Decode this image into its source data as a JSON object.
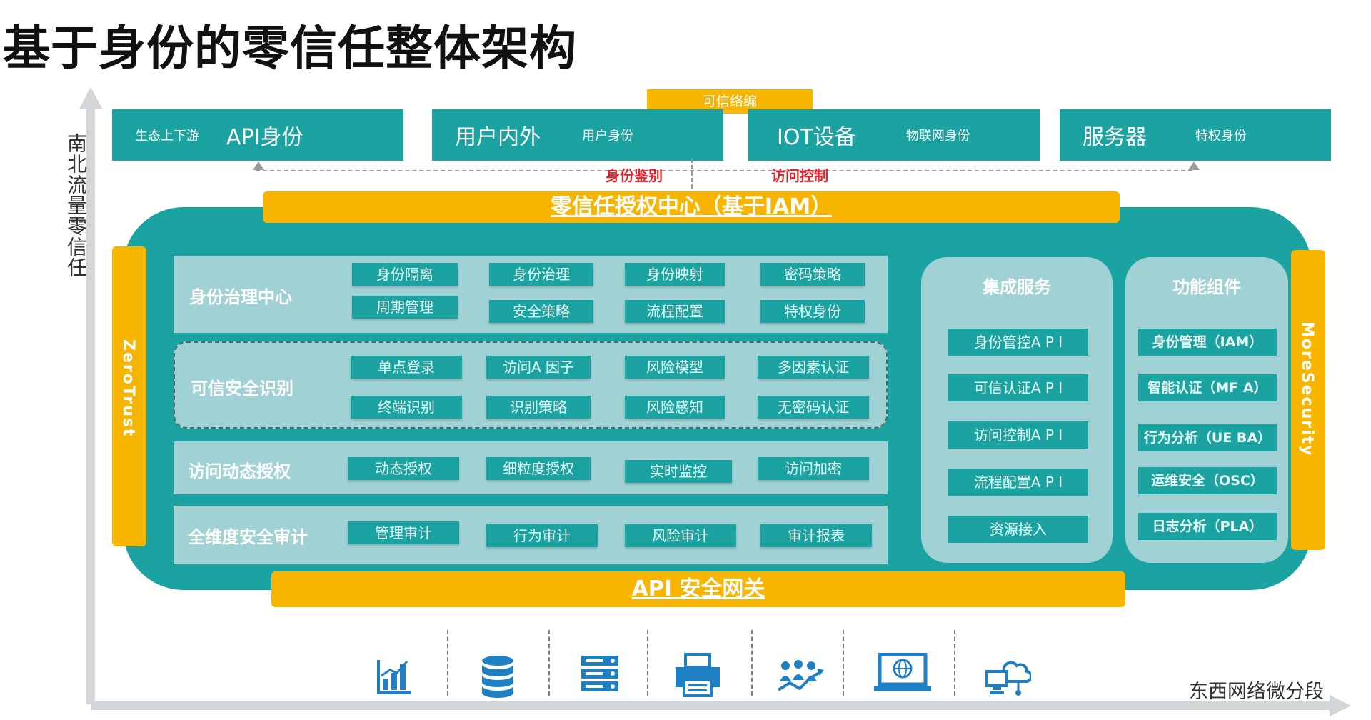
{
  "title": "基于身份的零信任整体架构",
  "axes": {
    "vertical": "南北流量零信任",
    "horizontal": "东西网络微分段"
  },
  "top_boxes": [
    {
      "small": "生态上下游",
      "big": "API身份"
    },
    {
      "big": "用户内外",
      "small": "用户身份"
    },
    {
      "big": "IOT设备",
      "small": "物联网身份"
    },
    {
      "big": "服务器",
      "small": "特权身份"
    }
  ],
  "trusted_tag": "可信络编",
  "labels": {
    "identity_auth": "身份鉴别",
    "access_control": "访问控制"
  },
  "iam_bar": "零信任授权中心（基于IAM）",
  "side_left": "ZeroTrust",
  "side_right": "MoreSecurity",
  "rows": [
    {
      "title": "身份治理中心",
      "chips": [
        "身份隔离",
        "身份治理",
        "身份映射",
        "密码策略",
        "周期管理",
        "安全策略",
        "流程配置",
        "特权身份"
      ]
    },
    {
      "title": "可信安全识别",
      "chips": [
        "单点登录",
        "访问A 因子",
        "风险模型",
        "多因素认证",
        "终端识别",
        "识别策略",
        "风险感知",
        "无密码认证"
      ]
    },
    {
      "title": "访问动态授权",
      "chips": [
        "动态授权",
        "细粒度授权",
        "实时监控",
        "访问加密"
      ]
    },
    {
      "title": "全维度安全审计",
      "chips": [
        "管理审计",
        "行为审计",
        "风险审计",
        "审计报表"
      ]
    }
  ],
  "integration": {
    "title": "集成服务",
    "items": [
      "身份管控A P I",
      "可信认证A P I",
      "访问控制A P I",
      "流程配置A P I",
      "资源接入"
    ]
  },
  "components": {
    "title": "功能组件",
    "items": [
      "身份管理（IAM）",
      "智能认证（MF A）",
      "行为分析（UE BA）",
      "运维安全（OSC）",
      "日志分析（PLA）"
    ]
  },
  "gateway": "API 安全网关",
  "colors": {
    "teal": "#1aa3a0",
    "light_teal": "#9fd1d5",
    "yellow": "#f7b500",
    "red": "#e0232c"
  },
  "bottom_icons": [
    "bar-chart-icon",
    "database-icon",
    "server-rack-icon",
    "printer-icon",
    "people-network-icon",
    "laptop-globe-icon",
    "cloud-computer-icon"
  ]
}
